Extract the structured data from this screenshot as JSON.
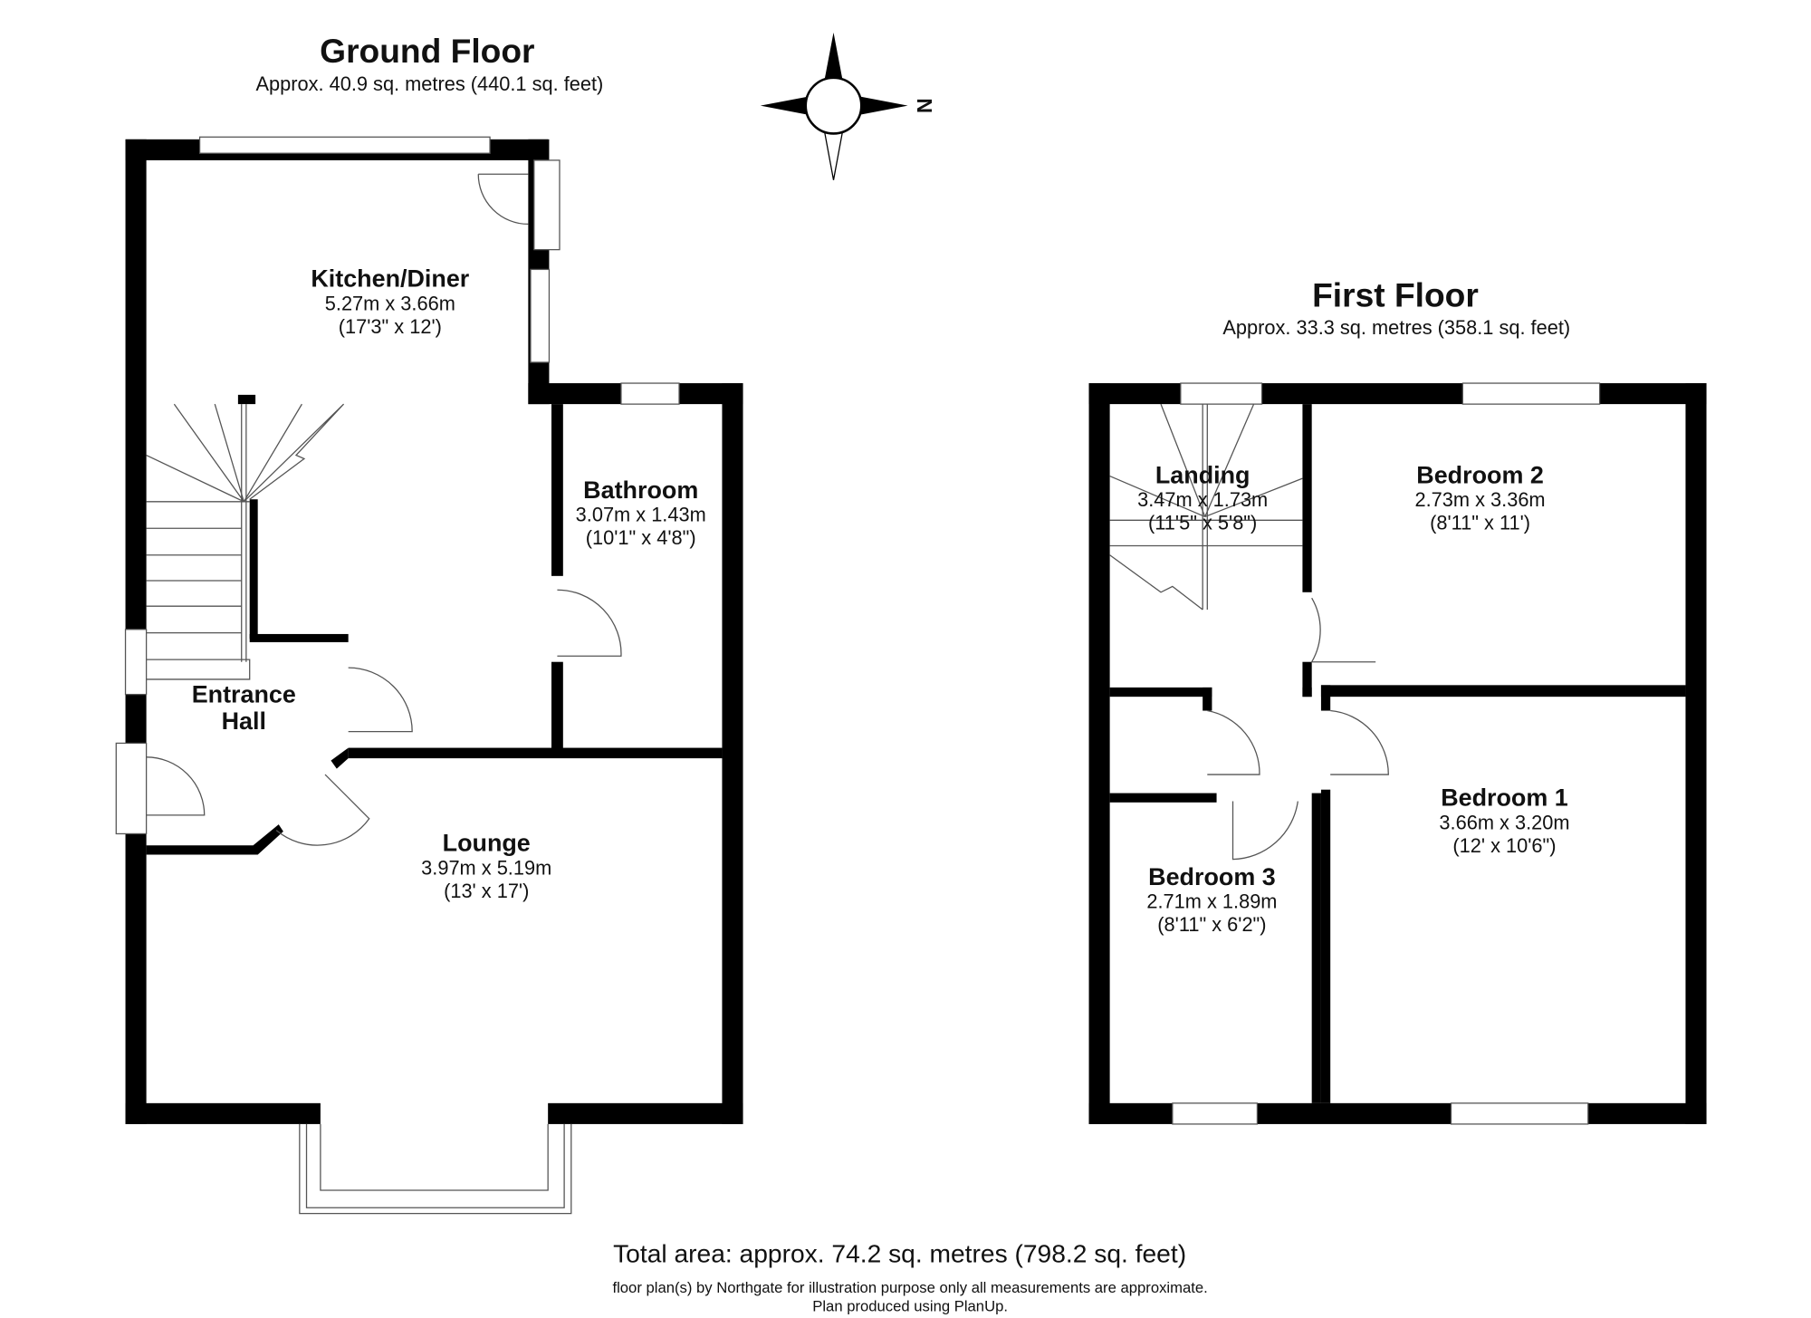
{
  "ground_floor": {
    "title": "Ground Floor",
    "area": "Approx. 40.9 sq. metres (440.1 sq. feet)",
    "rooms": [
      {
        "name": "Kitchen/Diner",
        "metric": "5.27m x 3.66m",
        "imperial": "(17'3\" x 12')"
      },
      {
        "name": "Bathroom",
        "metric": "3.07m x 1.43m",
        "imperial": "(10'1\" x 4'8\")"
      },
      {
        "name_line1": "Entrance",
        "name_line2": "Hall"
      },
      {
        "name": "Lounge",
        "metric": "3.97m x 5.19m",
        "imperial": "(13' x 17')"
      }
    ]
  },
  "first_floor": {
    "title": "First Floor",
    "area": "Approx. 33.3 sq. metres (358.1 sq. feet)",
    "rooms": [
      {
        "name": "Landing",
        "metric": "3.47m x 1.73m",
        "imperial": "(11'5\" x 5'8\")"
      },
      {
        "name": "Bedroom 2",
        "metric": "2.73m x 3.36m",
        "imperial": "(8'11\" x 11')"
      },
      {
        "name": "Bedroom 1",
        "metric": "3.66m x 3.20m",
        "imperial": "(12' x 10'6\")"
      },
      {
        "name": "Bedroom 3",
        "metric": "2.71m x 1.89m",
        "imperial": "(8'11\" x 6'2\")"
      }
    ]
  },
  "compass": {
    "label": "N",
    "icon": "compass-rose-icon"
  },
  "footer": {
    "total": "Total area: approx. 74.2 sq. metres (798.2 sq. feet)",
    "disclaimer": "floor plan(s) by Northgate⁲ for illustration purpose only all measurements are approximate.",
    "produced": "Plan produced using PlanUp."
  }
}
